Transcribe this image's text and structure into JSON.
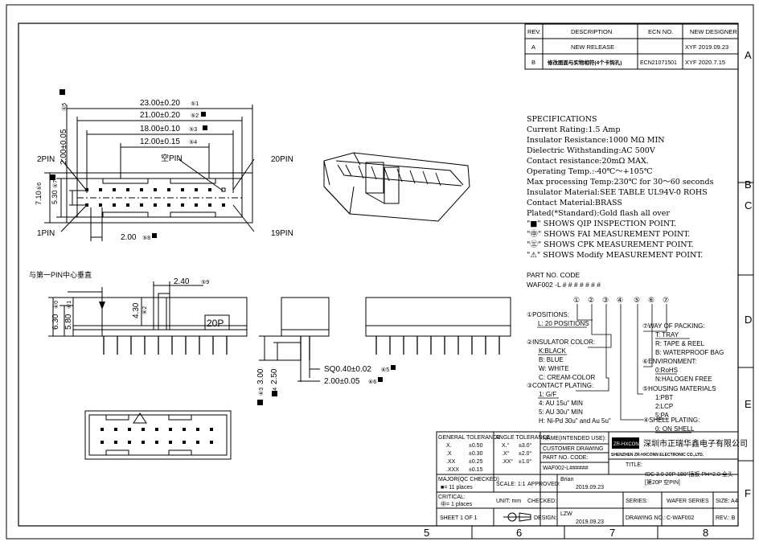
{
  "revision_table": {
    "headers": [
      "REV.",
      "DESCRIPTION",
      "ECN NO.",
      "NEW DESIGNER"
    ],
    "rows": [
      {
        "rev": "A",
        "description": "NEW RELEASE",
        "ecn": "",
        "designer": "XYF  2019.09.23"
      },
      {
        "rev": "B",
        "description": "修改图面与实物相符(4个卡钩孔)",
        "ecn": "ECN21071501",
        "designer": "XYF  2020.7.15"
      }
    ]
  },
  "zones": {
    "right": [
      "A",
      "B",
      "C",
      "D",
      "E",
      "F"
    ],
    "bottom": [
      "5",
      "6",
      "7",
      "8"
    ]
  },
  "top_view": {
    "dims": [
      "23.00±0.20",
      "21.00±0.20",
      "18.00±0.10",
      "12.00±0.15"
    ],
    "dim_tags": [
      "⑤1",
      "⑤2",
      "⑤3",
      "⑤4"
    ],
    "height_dims": [
      "2.00±0.05",
      "7.10",
      "5.30"
    ],
    "height_tags": [
      "⑤5",
      "⑤6",
      "⑤7"
    ],
    "pin_labels": [
      "2PIN",
      "20PIN",
      "1PIN",
      "19PIN"
    ],
    "blank_pin_label": "空PIN",
    "pitch_dim": "2.00",
    "pitch_tag": "⑤8"
  },
  "front_view": {
    "note": "与第一PIN中心垂直",
    "dims": [
      "6.30",
      "5.80",
      "4.30",
      "2.40"
    ],
    "dim_tags": [
      "⑤9",
      "⑥0",
      "⑥1",
      "⑥2"
    ],
    "label": "20P"
  },
  "side_view": {
    "dims": [
      "3.00",
      "2.50",
      "SQ0.40±0.02",
      "2.00±0.05"
    ],
    "dim_tags": [
      "⑥3",
      "⑥4",
      "⑥5",
      "⑥6"
    ]
  },
  "specifications": [
    "SPECIFICATIONS",
    "Current Rating:1.5 Amp",
    "Insulator Resistance:1000 MΩ  MIN",
    "Dielectric Withstanding:AC 500V",
    "Contact resistance:20mΩ  MAX.",
    "Operating Temp.:-40℃～+105℃",
    "Max processing Temp:230℃ for 30～60 seconds",
    "Insulator Material:SEE TABLE UL94V-0 ROHS",
    "Contact Material:BRASS",
    "Plated(*Standard):Gold flash all over",
    "\"■\" SHOWS QIP INSPECTION POINT.",
    "\"㊥\" SHOWS FAI MEASUREMENT POINT.",
    "\"㊂\" SHOWS CPK MEASUREMENT POINT.",
    "\"⚠\" SHOWS Modify MEASUREMENT POINT."
  ],
  "part_code": {
    "title": "PART NO. CODE",
    "code": "WAF002 -L  #  #  #  #  #  #  #",
    "numbers": [
      "①",
      "②",
      "③",
      "④",
      "⑤",
      "⑥",
      "⑦"
    ],
    "positions": {
      "title": "①POSITIONS:",
      "items": [
        "L: 20 POSITIONS"
      ]
    },
    "insulator_color": {
      "title": "②INSULATOR COLOR:",
      "items": [
        "K:BLACK",
        "B:  BLUE",
        "W:  WHITE",
        "C:  CREAM-COLOR"
      ]
    },
    "contact_plating": {
      "title": "③CONTACT PLATING:",
      "items": [
        "1:  G/F",
        "4:  AU 15u\" MIN",
        "5:  AU 30u\" MIN",
        "H:  Ni-Pd 30u\" and Au 5u\""
      ]
    },
    "shell_plating": {
      "title": "④SHELL PLATING:",
      "items": [
        "0:  ON SHELL"
      ]
    },
    "housing_materials": {
      "title": "⑤HOUSING MATERIALS",
      "items": [
        "1:PBT",
        "2:LCP",
        "5:PA"
      ]
    },
    "environment": {
      "title": "⑥ENVIRONMENT:",
      "items": [
        "0:RoHS",
        "N:HALOGEN FREE"
      ]
    },
    "packing": {
      "title": "⑦WAY OF PACKING:",
      "items": [
        "T:  TRAY",
        "R:  TAPE & REEL",
        "B:  WATERPROOF BAG"
      ]
    }
  },
  "title_block": {
    "general_tolerance": {
      "title": "GENERAL TOLERANCE",
      "rows": [
        [
          "X.",
          "±0.50"
        ],
        [
          ".X",
          "±0.30"
        ],
        [
          ".XX",
          "±0.25"
        ],
        [
          ".XXX",
          "±0.15"
        ]
      ]
    },
    "angle_tolerance": {
      "title": "ANGLE TOLERANCE",
      "rows": [
        [
          "X.°",
          "±3.0°"
        ],
        [
          ".X°",
          "±2.0°"
        ],
        [
          ".XX°",
          "±1.0°"
        ]
      ]
    },
    "name_label": "NAME(INTENDED USE):",
    "name_value": "CUSTOMER DRAWING",
    "part_no_label": "PART NO. CODE:",
    "part_no_value": "WAF002-L######",
    "company_cn": "深圳市正瑞华鑫电子有限公司",
    "company_en": "SHENZHEN  ZR-HXCONN  ELECTRONIC  CO.,LTD.",
    "logo_text": "ZR-HXCONN",
    "title_label": "TITLE:",
    "title_value_1": "IDC 3.0  20P  180°插板 PH=2.0  全头",
    "title_value_2": "[第20P  空PIN]",
    "major_label": "MAJOR(QC CHECKED)",
    "major_value": "■= 11 places",
    "critical_label": "CRITICAL:",
    "critical_value": "㊥= 1  places",
    "scale": "SCALE:  1:1",
    "approved_label": "APPROVED:",
    "approved_name": "Brian",
    "approved_date": "2019.09.23",
    "unit": "UNIT:  mm",
    "checked_label": "CHECKED:",
    "series_label": "SERIES:",
    "series_value": "WAFER SERIES",
    "size": "SIZE: A4",
    "sheet": "SHEET  1  OF  1",
    "design_label": "DESIGN:",
    "design_name": "LZW",
    "design_date": "2019.09.23",
    "drawing_no_label": "DRAWING NO.:",
    "drawing_no_value": "C-WAF002",
    "rev": "REV.:  B"
  }
}
